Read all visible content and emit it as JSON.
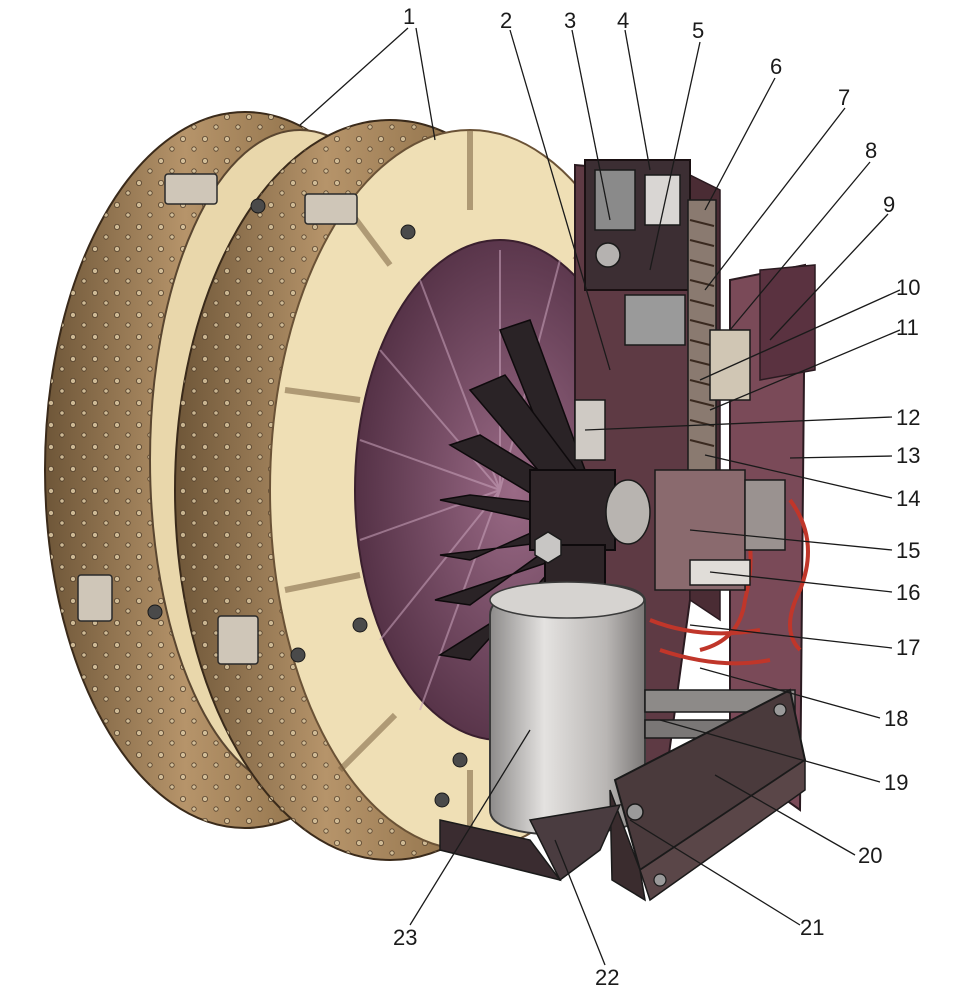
{
  "callouts": {
    "n1": "1",
    "n2": "2",
    "n3": "3",
    "n4": "4",
    "n5": "5",
    "n6": "6",
    "n7": "7",
    "n8": "8",
    "n9": "9",
    "n10": "10",
    "n11": "11",
    "n12": "12",
    "n13": "13",
    "n14": "14",
    "n15": "15",
    "n16": "16",
    "n17": "17",
    "n18": "18",
    "n19": "19",
    "n20": "20",
    "n21": "21",
    "n22": "22",
    "n23": "23"
  },
  "colors": {
    "ring_brass": "#a8865e",
    "ring_insulator": "#efdfb5",
    "chamber_purple": "#7a4a66",
    "frame_dark": "#5a3a3f",
    "coil_silver": "#c9c7c6",
    "plate_dark": "#2a2326",
    "wire_red": "#c0362a",
    "line": "#1a1a1a"
  }
}
